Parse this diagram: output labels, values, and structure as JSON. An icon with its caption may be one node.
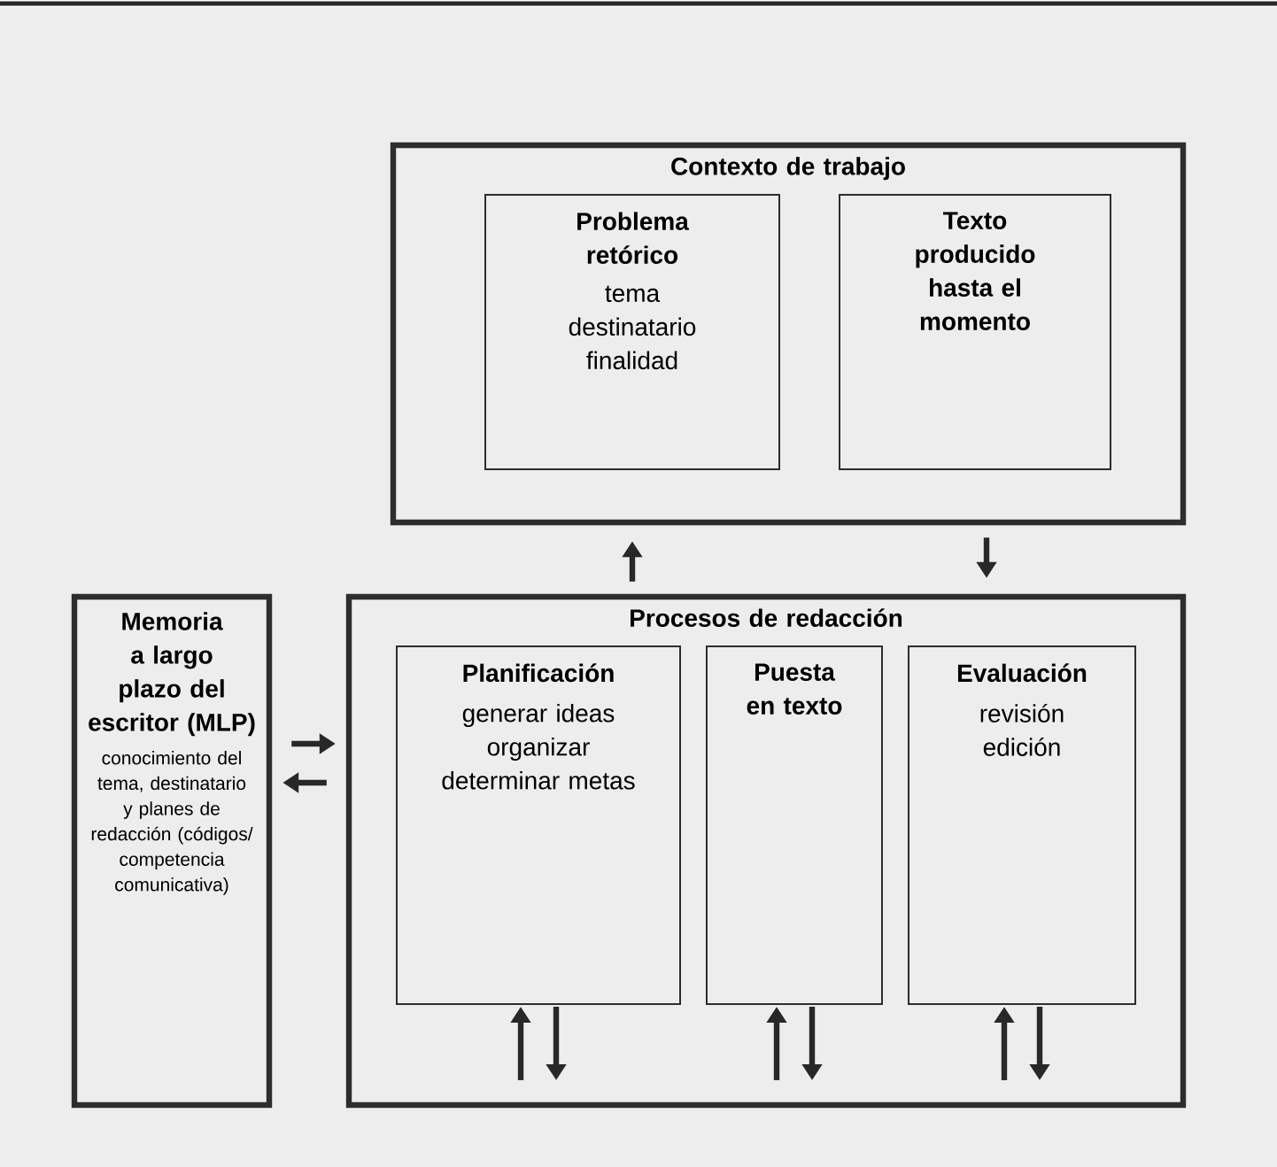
{
  "diagram": {
    "nodes": [
      {
        "text": [
          "Contexto de trabajo"
        ]
      },
      {
        "text": [
          "Problema retórico",
          "tema destinatario finalidad"
        ],
        "in": 0
      },
      {
        "text": [
          "Texto producido hasta el momento"
        ],
        "in": 0
      },
      {
        "text": [
          "Memoria a largo plazo del escritor (MLP)",
          "conocimiento del tema, destinatario y planes de redacción (códigos/ competencia comunicativa)"
        ]
      },
      {
        "text": [
          "Procesos de redacción"
        ]
      },
      {
        "text": [
          "Planificación",
          "generar ideas organizar determinar metas"
        ],
        "in": 4
      },
      {
        "text": [
          "Puesta en texto"
        ],
        "in": 4
      },
      {
        "text": [
          "Evaluación",
          "revisión edición"
        ],
        "in": 4
      }
    ],
    "edges": [
      {
        "from": 4,
        "to": 0,
        "arrow": "to"
      },
      {
        "from": 0,
        "to": 4,
        "arrow": "to"
      },
      {
        "from": 3,
        "to": 4,
        "arrow": "to"
      },
      {
        "from": 4,
        "to": 3,
        "arrow": "to"
      },
      {
        "from": null,
        "to": 5,
        "arrow": "to"
      },
      {
        "from": 5,
        "to": null,
        "arrow": "to"
      },
      {
        "from": null,
        "to": 6,
        "arrow": "to"
      },
      {
        "from": 6,
        "to": null,
        "arrow": "to"
      },
      {
        "from": null,
        "to": 7,
        "arrow": "to"
      },
      {
        "from": 7,
        "to": null,
        "arrow": "to"
      }
    ]
  }
}
